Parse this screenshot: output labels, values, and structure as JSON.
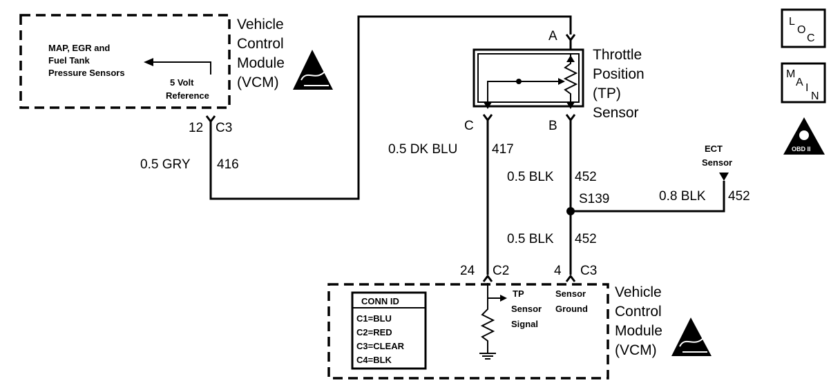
{
  "vcm_top": {
    "title": [
      "Vehicle",
      "Control",
      "Module",
      "(VCM)"
    ],
    "sensors": [
      "MAP, EGR and",
      "Fuel Tank",
      "Pressure Sensors"
    ],
    "reference": [
      "5 Volt",
      "Reference"
    ],
    "pin": "12",
    "connector": "C3"
  },
  "tp_sensor": {
    "title": [
      "Throttle",
      "Position",
      "(TP)",
      "Sensor"
    ],
    "terminals": {
      "a": "A",
      "b": "B",
      "c": "C"
    }
  },
  "wires": {
    "ref_wire": {
      "gauge": "0.5 GRY",
      "circuit": "416"
    },
    "signal_wire": {
      "gauge": "0.5 DK BLU",
      "circuit": "417"
    },
    "ground_upper": {
      "gauge": "0.5 BLK",
      "circuit": "452"
    },
    "ground_lower": {
      "gauge": "0.5 BLK",
      "circuit": "452"
    },
    "ect_wire": {
      "gauge": "0.8 BLK",
      "circuit": "452"
    }
  },
  "splice": "S139",
  "ect_sensor": [
    "ECT",
    "Sensor"
  ],
  "vcm_bottom": {
    "title": [
      "Vehicle",
      "Control",
      "Module",
      "(VCM)"
    ],
    "pin_signal": "24",
    "conn_signal": "C2",
    "pin_ground": "4",
    "conn_ground": "C3",
    "tp_signal": [
      "TP",
      "Sensor",
      "Signal"
    ],
    "sensor_ground": [
      "Sensor",
      "Ground"
    ]
  },
  "conn_id": {
    "title": "CONN ID",
    "rows": [
      "C1=BLU",
      "C2=RED",
      "C3=CLEAR",
      "C4=BLK"
    ]
  },
  "side_icons": {
    "loc": [
      "L",
      "O",
      "C"
    ],
    "main": [
      "M",
      "A",
      "I",
      "N"
    ],
    "obd": "OBD II"
  }
}
